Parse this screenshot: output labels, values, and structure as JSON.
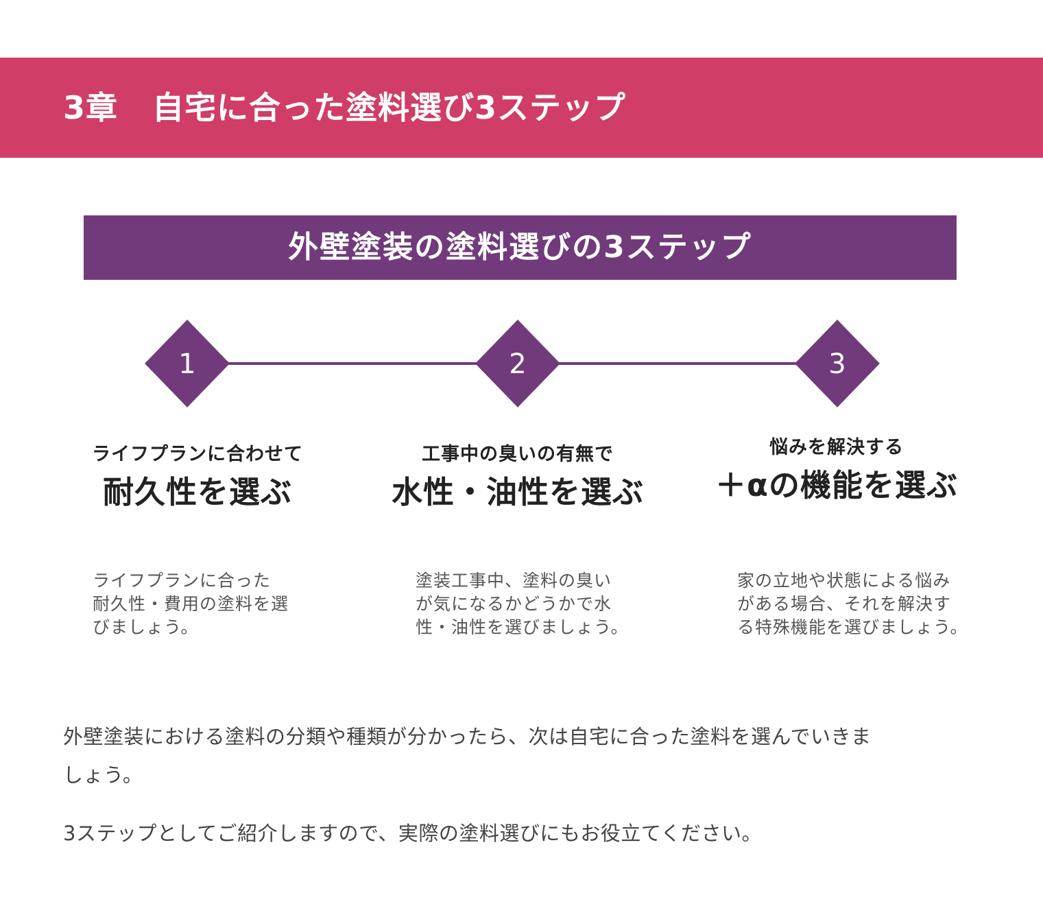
{
  "chapter": {
    "number": "3章",
    "title": "自宅に合った塗料選び3ステップ"
  },
  "infographic": {
    "title": "外壁塗装の塗料選びの3ステップ",
    "steps": [
      {
        "number": "1",
        "subtitle": "ライフプランに合わせて",
        "heading": "耐久性を選ぶ",
        "desc_lines": [
          "ライフプランに合った",
          "耐久性・費用の塗料を選",
          "びましょう。"
        ]
      },
      {
        "number": "2",
        "subtitle": "工事中の臭いの有無で",
        "heading": "水性・油性を選ぶ",
        "desc_lines": [
          "塗装工事中、塗料の臭い",
          "が気になるかどうかで水",
          "性・油性を選びましょう。"
        ]
      },
      {
        "number": "3",
        "subtitle": "悩みを解決する",
        "heading": "＋αの機能を選ぶ",
        "desc_lines": [
          "家の立地や状態による悩み",
          "がある場合、それを解決す",
          "る特殊機能を選びましょう。"
        ]
      }
    ]
  },
  "body": {
    "paragraph1_line1": "外壁塗装における塗料の分類や種類が分かったら、次は自宅に合った塗料を選んでいきま",
    "paragraph1_line2": "しょう。",
    "paragraph2": "3ステップとしてご紹介しますので、実際の塗料選びにもお役立てください。"
  },
  "colors": {
    "banner": "#d03d66",
    "purple": "#713b7b"
  }
}
